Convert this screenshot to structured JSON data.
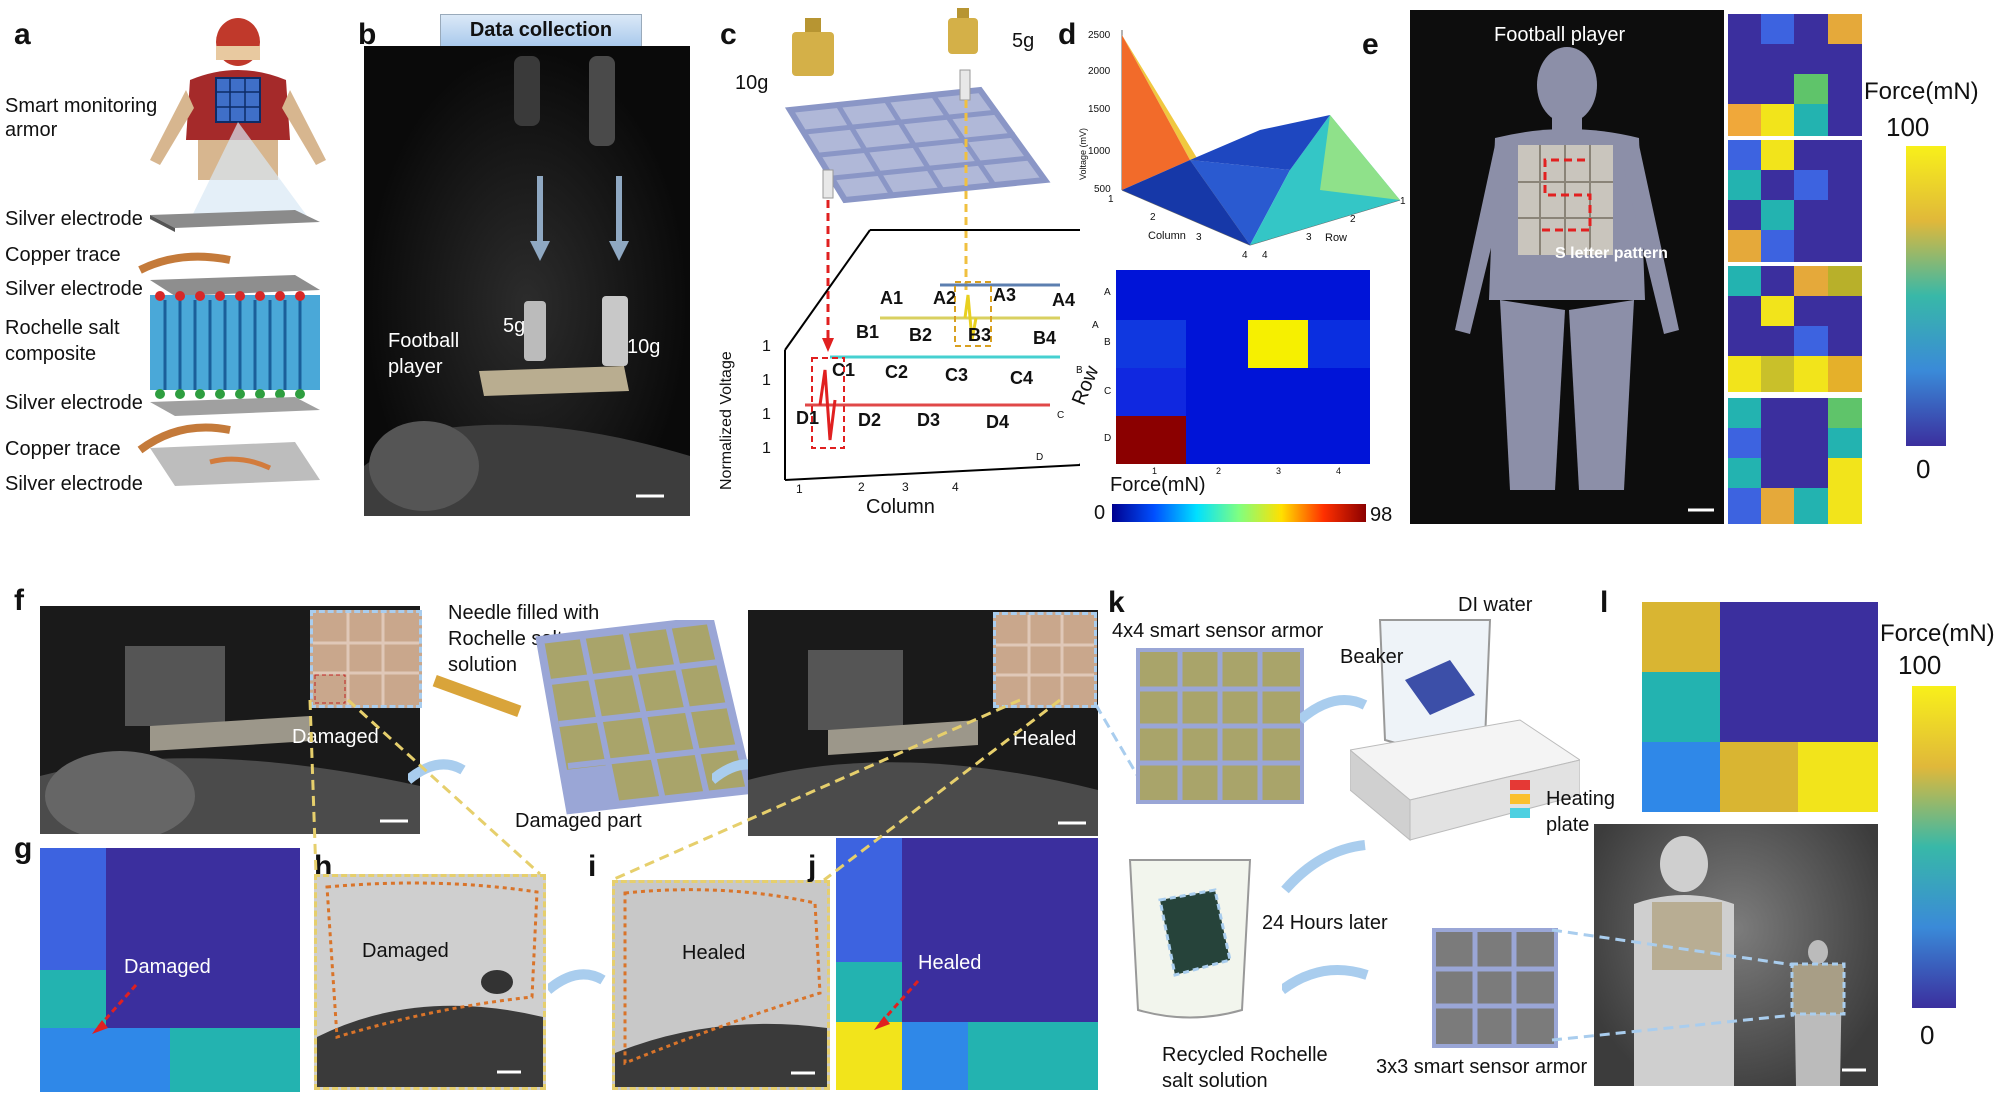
{
  "panels": {
    "a": {
      "letter": "a",
      "labels": [
        "Smart monitoring\narmor",
        "Silver electrode",
        "Copper trace",
        "Silver electrode",
        "Rochelle salt\ncomposite",
        "Silver electrode",
        "Copper trace",
        "Silver electrode"
      ]
    },
    "b": {
      "letter": "b",
      "banner": "Data collection",
      "weight_small": "5g",
      "weight_big": "10g",
      "subject": "Football\nplayer"
    },
    "c": {
      "letter": "c",
      "weight_left": "10g",
      "weight_right": "5g",
      "cells": [
        [
          "A1",
          "A2",
          "A3",
          "A4"
        ],
        [
          "B1",
          "B2",
          "B3",
          "B4"
        ],
        [
          "C1",
          "C2",
          "C3",
          "C4"
        ],
        [
          "D1",
          "D2",
          "D3",
          "D4"
        ]
      ],
      "ylabel": "Normalized Voltage",
      "xlabel": "Column",
      "zlabel": "Row",
      "yticks": [
        "1",
        "1",
        "1",
        "1"
      ],
      "xticks": [
        "1",
        "2",
        "3",
        "4"
      ],
      "zticks": [
        "A",
        "B",
        "C",
        "D"
      ]
    },
    "d": {
      "letter": "d",
      "surface_ylabel": "Voltage (mV)",
      "surface_yticks": [
        "2500",
        "2000",
        "1500",
        "1000",
        "500"
      ],
      "surface_col_label": "Column",
      "surface_row_label": "Row",
      "surface_col_ticks": [
        "1",
        "2",
        "3",
        "4"
      ],
      "surface_row_ticks": [
        "1",
        "2",
        "3",
        "4"
      ],
      "heat_rows": [
        "A",
        "B",
        "C",
        "D"
      ],
      "heat_cols": [
        "1",
        "2",
        "3",
        "4"
      ],
      "colorbar_label": "Force(mN)",
      "colorbar_min": "0",
      "colorbar_max": "98"
    },
    "e": {
      "letter": "e",
      "title": "Football player",
      "pattern": "S letter pattern",
      "colorbar_label": "Force(mN)",
      "colorbar_max": "100",
      "colorbar_min": "0"
    },
    "f": {
      "letter": "f",
      "damaged": "Damaged",
      "healed": "Healed",
      "needle": "Needle filled with\nRochelle salt\nsolution",
      "damaged_part": "Damaged part"
    },
    "g": {
      "letter": "g",
      "label": "Damaged"
    },
    "h": {
      "letter": "h",
      "label": "Damaged"
    },
    "i": {
      "letter": "i",
      "label": "Healed"
    },
    "j": {
      "letter": "j",
      "label": "Healed"
    },
    "k": {
      "letter": "k",
      "armor4": "4x4 smart sensor armor",
      "water": "DI water",
      "beaker": "Beaker",
      "plate": "Heating\nplate",
      "later": "24 Hours later",
      "recycled": "Recycled Rochelle\nsalt solution",
      "armor3": "3x3 smart sensor armor"
    },
    "l": {
      "letter": "l",
      "colorbar_label": "Force(mN)",
      "colorbar_max": "100",
      "colorbar_min": "0"
    }
  },
  "colors": {
    "yellow": "#f2e41b",
    "navy": "#3b2f9e",
    "blue": "#3d63e0",
    "teal": "#23b3b0",
    "gold": "#d9b532",
    "darkred": "#8b0000",
    "sky": "#a9cdee"
  }
}
